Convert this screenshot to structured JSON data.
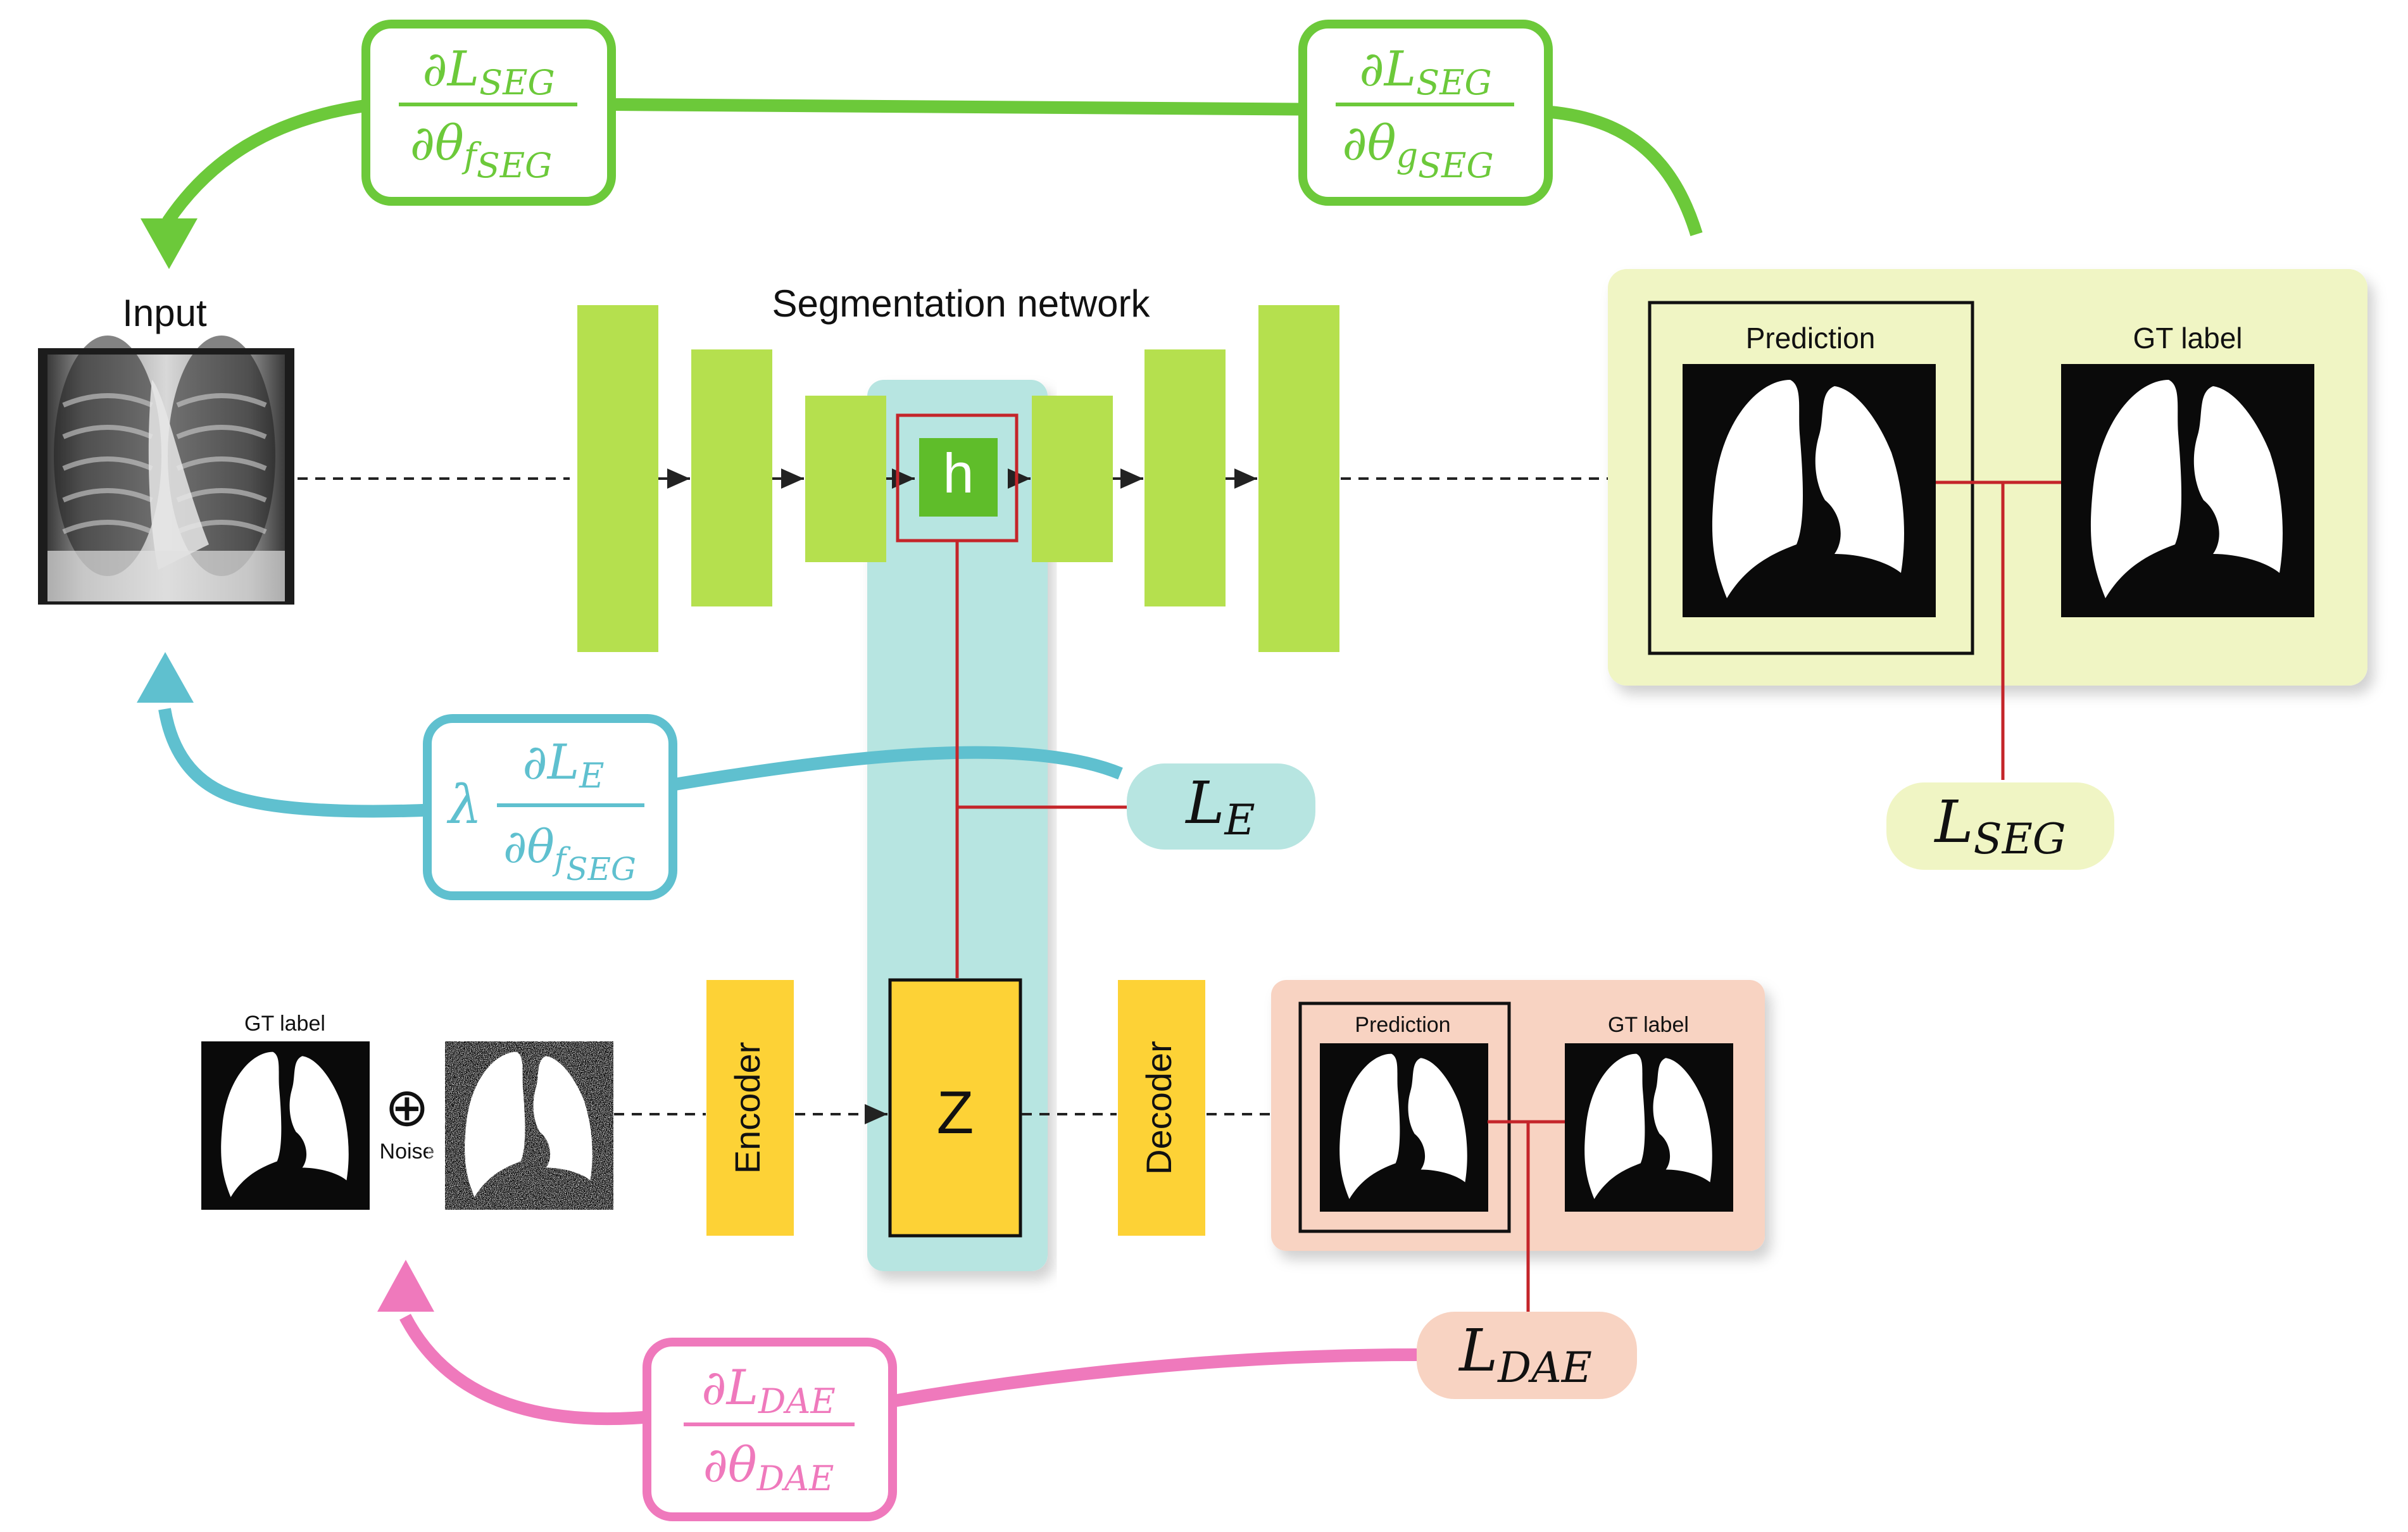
{
  "colors": {
    "green": "#6cc93a",
    "lime_block": "#b5e04e",
    "teal": "#5fc0cf",
    "teal_band": "#b7e5e1",
    "pink": "#ef79bc",
    "yellow_block": "#fdd236",
    "seg_panel": "#f0f5c4",
    "dae_panel": "#f8d3c2",
    "red_line": "#c4252a",
    "h_block": "#5fbd2a"
  },
  "labels": {
    "input": "Input",
    "segmentation_network": "Segmentation network",
    "h": "h",
    "z": "Z",
    "encoder": "Encoder",
    "decoder": "Decoder",
    "noise": "Noise",
    "oplus": "⊕",
    "gt_label_small": "GT label",
    "prediction_large": "Prediction",
    "gt_label_large": "GT label",
    "prediction_small": "Prediction",
    "gt_label_small_right": "GT label"
  },
  "losses": {
    "le": {
      "base": "L",
      "sub": "E"
    },
    "lseg": {
      "base": "L",
      "sub": "SEG"
    },
    "ldae": {
      "base": "L",
      "sub": "DAE"
    }
  },
  "gradients": {
    "seg_f": {
      "num_d": "∂",
      "num_L": "L",
      "num_sub": "SEG",
      "den_d": "∂θ",
      "den_sub": "f",
      "den_subsub": "SEG"
    },
    "seg_g": {
      "num_d": "∂",
      "num_L": "L",
      "num_sub": "SEG",
      "den_d": "∂θ",
      "den_sub": "g",
      "den_subsub": "SEG"
    },
    "le_f": {
      "lambda": "λ",
      "num_d": "∂",
      "num_L": "L",
      "num_sub": "E",
      "den_d": "∂θ",
      "den_sub": "f",
      "den_subsub": "SEG"
    },
    "dae": {
      "num_d": "∂",
      "num_L": "L",
      "num_sub": "DAE",
      "den_d": "∂θ",
      "den_sub": "DAE"
    }
  },
  "icons": [
    "chest-xray-image",
    "lung-mask-image",
    "noisy-lung-mask-image",
    "oplus-icon",
    "arrow-head-icon"
  ]
}
